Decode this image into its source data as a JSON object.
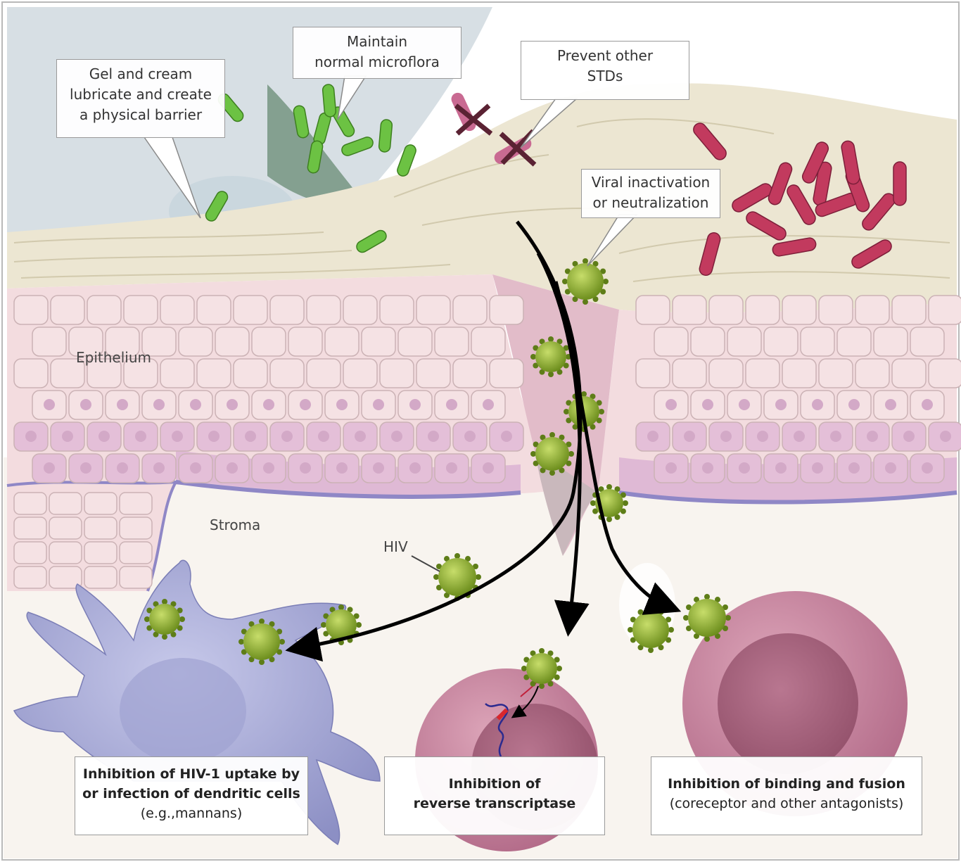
{
  "callouts": {
    "barrier": [
      "Gel and cream",
      "lubricate and create",
      "a physical barrier"
    ],
    "microflora": [
      "Maintain",
      "normal microflora"
    ],
    "stds": [
      "Prevent other",
      "STDs"
    ],
    "viral": [
      "Viral inactivation",
      "or neutralization"
    ]
  },
  "labels": {
    "epithelium": "Epithelium",
    "stroma": "Stroma",
    "hiv": "HIV"
  },
  "mechanisms": {
    "dendritic": {
      "bold": [
        "Inhibition of HIV-1 uptake by",
        "or infection of dendritic cells"
      ],
      "normal": "(e.g.,mannans)"
    },
    "reverse_transcriptase": {
      "bold": [
        "Inhibition of",
        "reverse transcriptase"
      ]
    },
    "binding_fusion": {
      "bold": [
        "Inhibition of binding and fusion"
      ],
      "normal": "(coreceptor and other antagonists)"
    }
  },
  "colors": {
    "mucus": "#d3dce1",
    "keratinized": "#ece6d2",
    "epithelial_cell": "#f3dcdf",
    "basal_cell": "#dab3d4",
    "basement_membrane": "#8f87c6",
    "stroma": "#f7f3ee",
    "lactobacilli": "#6cc243",
    "std_bacteria": "#c23a5e",
    "hiv_virion": "#7fa32a",
    "dendritic_cell": "#a8abd6",
    "t_cell": "#c27f98",
    "arrow": "#000000"
  },
  "icons": [
    "lactobacillus-icon",
    "std-bacterium-icon",
    "hiv-virion-icon",
    "blocked-x-icon",
    "arrow-icon"
  ]
}
